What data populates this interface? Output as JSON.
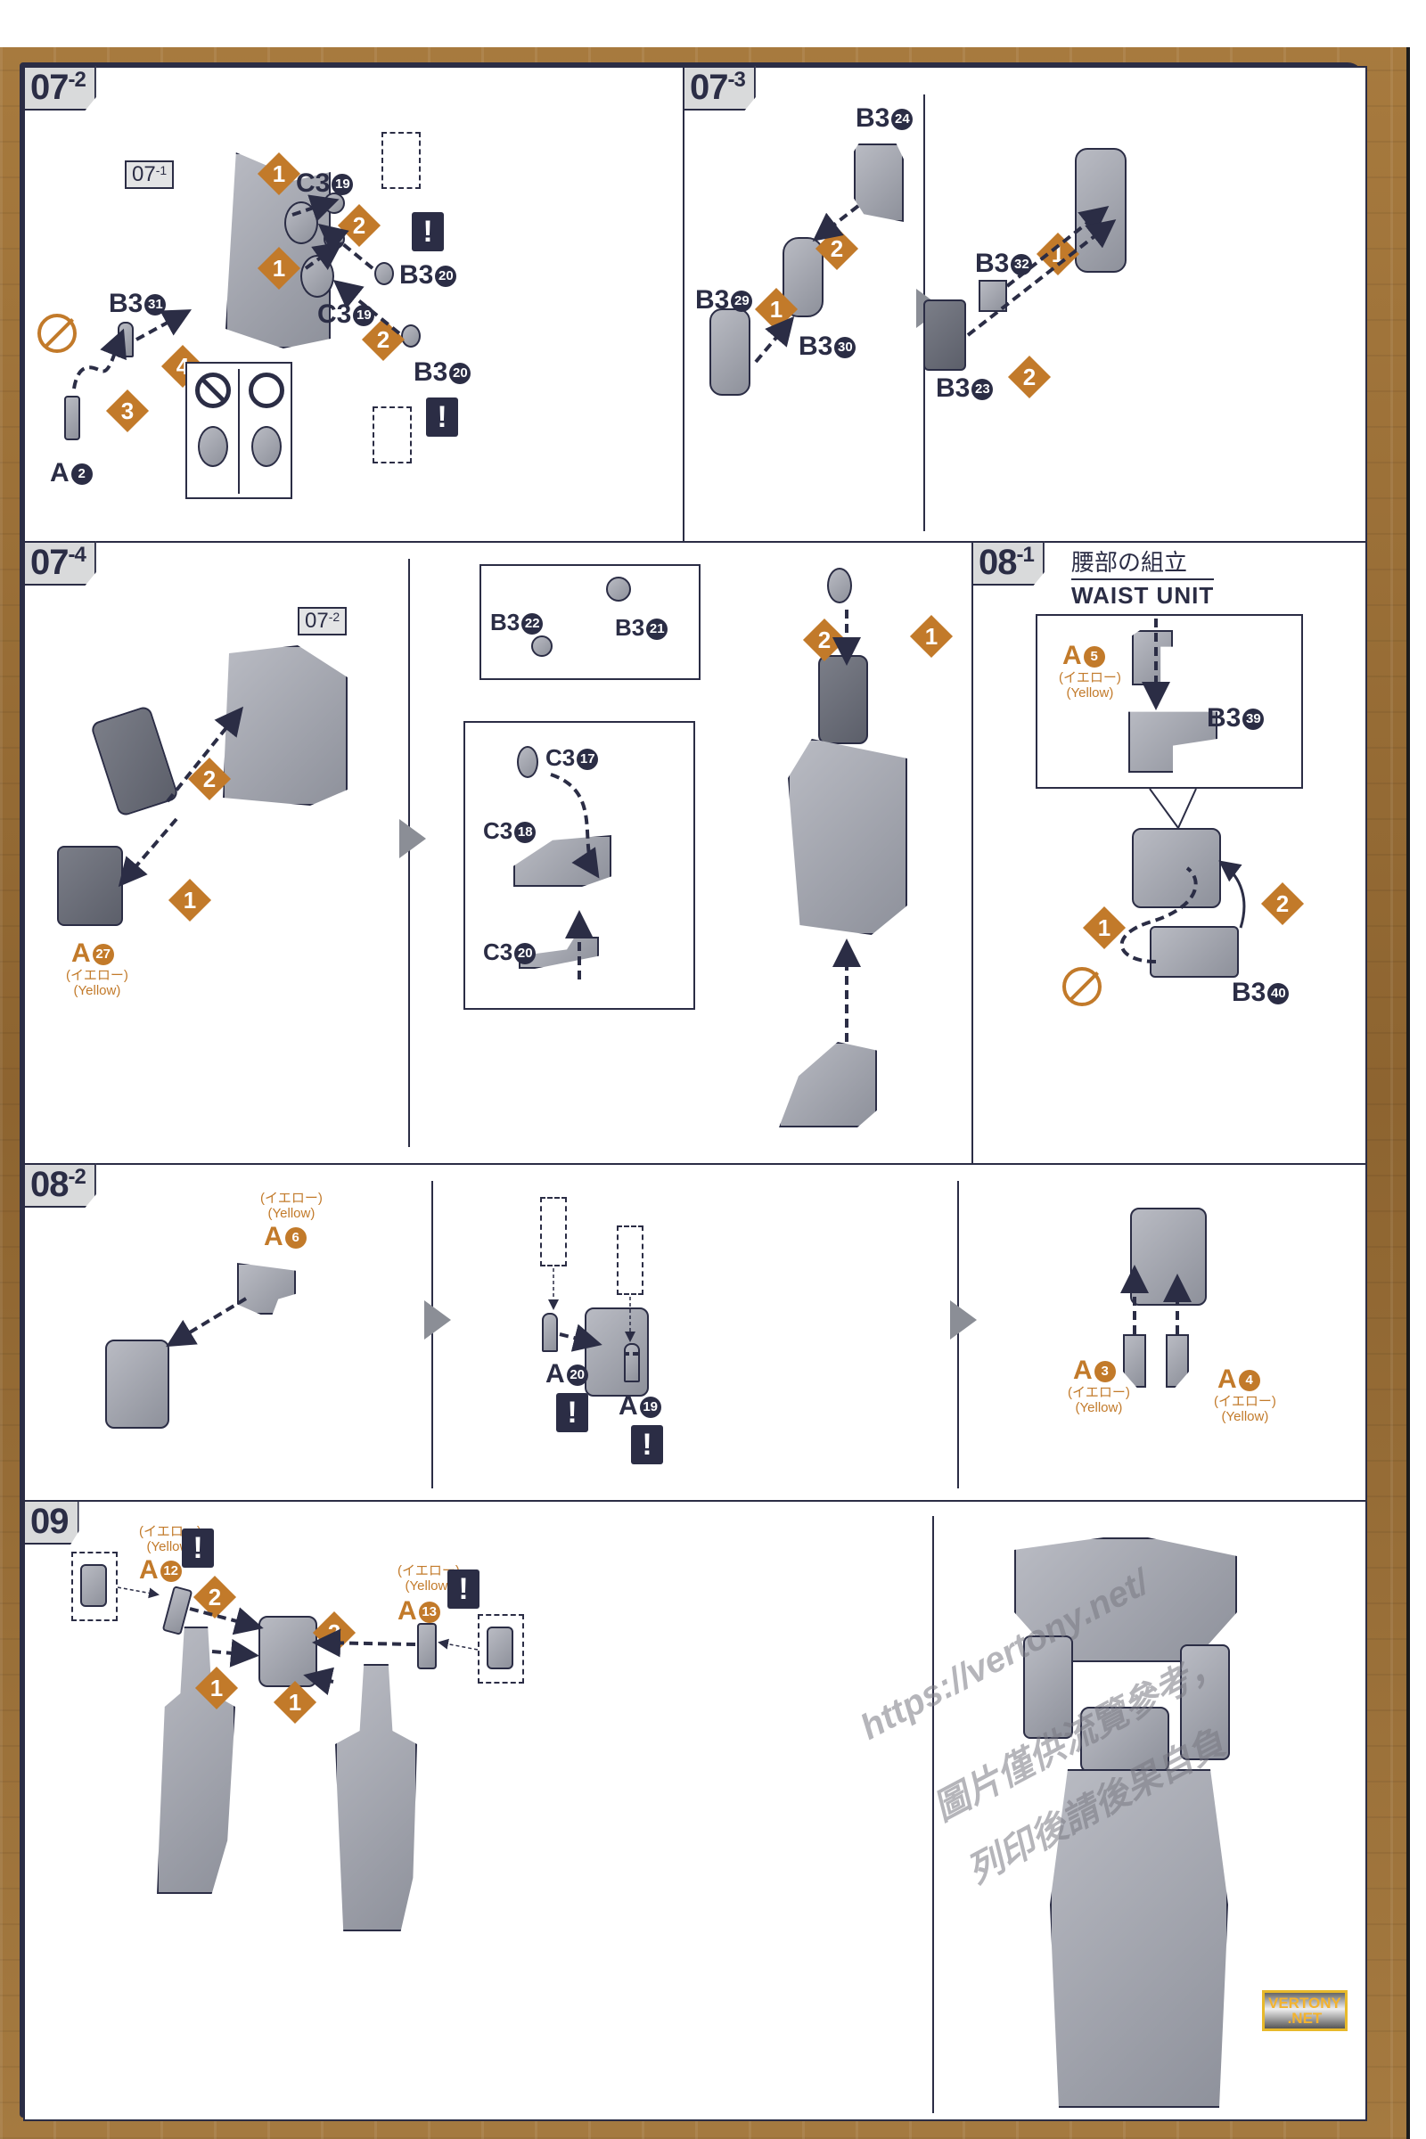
{
  "page": {
    "background_color": "#9a6f38",
    "ink_color": "#2b2d45",
    "accent_color": "#c27a2a"
  },
  "yellow": {
    "jp": "(イエロー)",
    "en": "(Yellow)"
  },
  "warning_glyph": "!",
  "step_07_2": {
    "step": "07",
    "sub": "-2",
    "ref": {
      "step": "07",
      "sub": "-1"
    },
    "parts": {
      "c3_19_a": {
        "runner": "C3",
        "num": "19"
      },
      "c3_19_b": {
        "runner": "C3",
        "num": "19"
      },
      "b3_20_a": {
        "runner": "B3",
        "num": "20"
      },
      "b3_20_b": {
        "runner": "B3",
        "num": "20"
      },
      "b3_31": {
        "runner": "B3",
        "num": "31"
      },
      "a_2": {
        "runner": "A",
        "num": "2"
      }
    },
    "order": [
      "1",
      "1",
      "2",
      "2",
      "3",
      "4"
    ],
    "icons": [
      "no-tool-icon",
      "incorrect-icon",
      "correct-icon",
      "warning-icon"
    ]
  },
  "step_07_3": {
    "step": "07",
    "sub": "-3",
    "parts": {
      "b3_24": {
        "runner": "B3",
        "num": "24"
      },
      "b3_29": {
        "runner": "B3",
        "num": "29"
      },
      "b3_30": {
        "runner": "B3",
        "num": "30"
      },
      "b3_32": {
        "runner": "B3",
        "num": "32"
      },
      "b3_23": {
        "runner": "B3",
        "num": "23"
      }
    },
    "order": [
      "1",
      "2",
      "1",
      "2"
    ]
  },
  "step_07_4": {
    "step": "07",
    "sub": "-4",
    "ref": {
      "step": "07",
      "sub": "-2"
    },
    "parts": {
      "a_27": {
        "runner": "A",
        "num": "27"
      },
      "b3_22": {
        "runner": "B3",
        "num": "22"
      },
      "b3_21": {
        "runner": "B3",
        "num": "21"
      },
      "c3_17": {
        "runner": "C3",
        "num": "17"
      },
      "c3_18": {
        "runner": "C3",
        "num": "18"
      },
      "c3_20": {
        "runner": "C3",
        "num": "20"
      }
    },
    "order": [
      "1",
      "2",
      "1",
      "2"
    ]
  },
  "step_08_1": {
    "step": "08",
    "sub": "-1",
    "title_jp": "腰部の組立",
    "title_en": "WAIST UNIT",
    "parts": {
      "a_5": {
        "runner": "A",
        "num": "5"
      },
      "b3_39": {
        "runner": "B3",
        "num": "39"
      },
      "b3_40": {
        "runner": "B3",
        "num": "40"
      }
    },
    "order": [
      "1",
      "2"
    ]
  },
  "step_08_2": {
    "step": "08",
    "sub": "-2",
    "parts": {
      "a_6": {
        "runner": "A",
        "num": "6"
      },
      "a_20": {
        "runner": "A",
        "num": "20"
      },
      "a_19": {
        "runner": "A",
        "num": "19"
      },
      "a_3": {
        "runner": "A",
        "num": "3"
      },
      "a_4": {
        "runner": "A",
        "num": "4"
      }
    }
  },
  "step_09": {
    "step": "09",
    "parts": {
      "a_12": {
        "runner": "A",
        "num": "12"
      },
      "a_13": {
        "runner": "A",
        "num": "13"
      }
    },
    "order": [
      "2",
      "2",
      "1",
      "1"
    ]
  },
  "watermark": {
    "url": "https://vertony.net/",
    "line2": "圖片僅供流覽參考，",
    "line3": "列印後請後果自負"
  },
  "logo": {
    "line1": "VERTONY",
    "line2": ".NET"
  }
}
